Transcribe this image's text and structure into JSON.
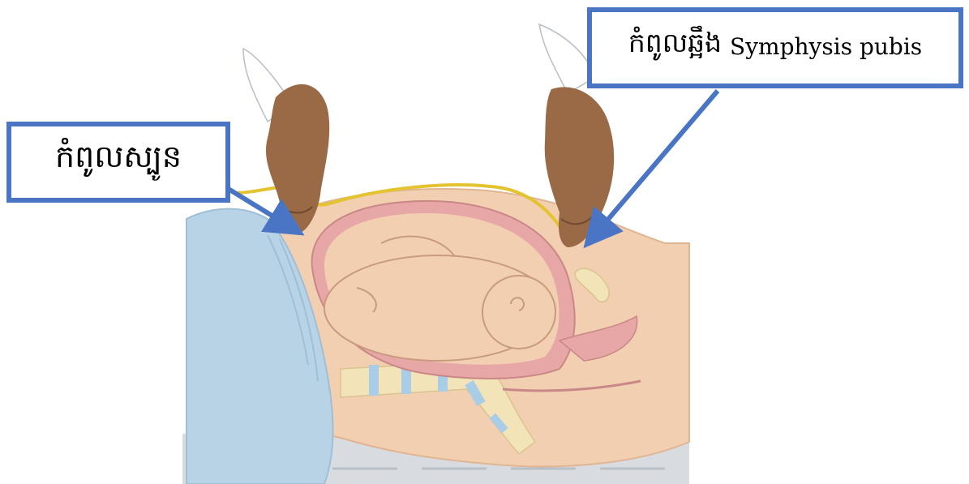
{
  "labels": {
    "fundus_text": "កំពូលស្បូន",
    "symphysis_khmer": "កំពូលឆ្អឹង",
    "symphysis_latin": "Symphysis pubis"
  },
  "colors": {
    "label_border": "#4a74c4",
    "arrow": "#4a74c4",
    "skin": "#f2cfb0",
    "hand": "#9a6a47",
    "sheet": "#b9d3e6",
    "uterus": "#e8a7a7",
    "spine": "#f3e3b8",
    "disc": "#a9cde6",
    "tape": "#e4c330"
  },
  "icons": [
    "hand-left-icon",
    "hand-right-icon",
    "measuring-tape-icon",
    "fetus-icon"
  ]
}
